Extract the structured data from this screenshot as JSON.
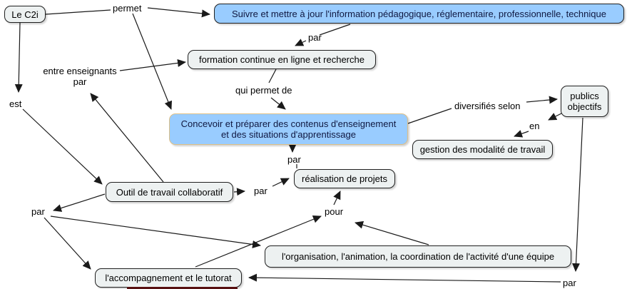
{
  "nodes": {
    "le_c2i": {
      "label": "Le C2i"
    },
    "suivre": {
      "label": "Suivre et mettre à jour l'information pédagogique, réglementaire, professionnelle, technique"
    },
    "formation": {
      "label": "formation continue en ligne et recherche"
    },
    "concevoir": {
      "line1": "Concevoir et préparer des contenus d'enseignement",
      "line2": "et des situations d'apprentissage"
    },
    "publics": {
      "line1": "publics",
      "line2": "objectifs"
    },
    "gestion": {
      "label": "gestion des modalité de travail"
    },
    "realisation": {
      "label": "réalisation de projets"
    },
    "outil": {
      "label": "Outil de travail collaboratif"
    },
    "organisation": {
      "label": "l'organisation, l'animation, la coordination de l'activité d'une équipe"
    },
    "accompagnement": {
      "label": "l'accompagnement et le tutorat"
    }
  },
  "links": {
    "permet": "permet",
    "par_top": "par",
    "entre_enseignants_line1": "entre enseignants",
    "entre_enseignants_line2": "par",
    "qui_permet_de": "qui permet de",
    "est": "est",
    "diversifies_selon": "diversifiés selon",
    "en": "en",
    "par_mid": "par",
    "par_outil": "par",
    "par_left": "par",
    "pour": "pour",
    "par_bottom": "par"
  },
  "colors": {
    "node_blue": "#99ccff",
    "node_gray": "#edf1f1",
    "concevoir_border": "#debf86",
    "line": "#1a1a1a",
    "clipped_red": "#571011",
    "background": "#ffffff"
  }
}
